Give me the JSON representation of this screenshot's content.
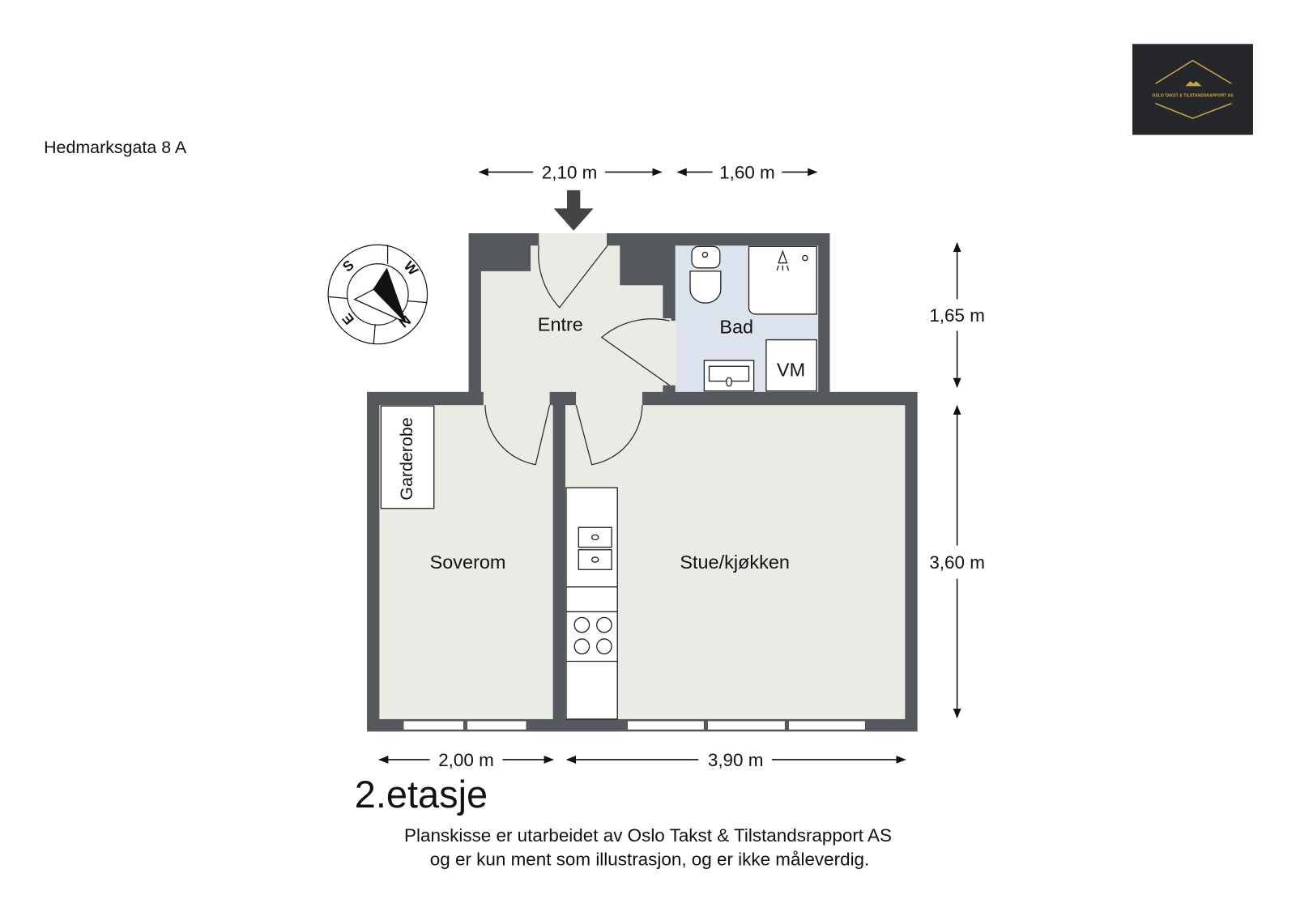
{
  "address": "Hedmarksgata 8 A",
  "logo": {
    "text": "OSLO TAKST & TILSTANDSRAPPORT AS",
    "background": "#25272b",
    "accent": "#c9a54a"
  },
  "compass": {
    "letters": [
      "S",
      "W",
      "E",
      "N"
    ]
  },
  "colors": {
    "wall": "#55585d",
    "floor": "#ebebe5",
    "bath_floor": "#dce3ec"
  },
  "rooms": {
    "entre": "Entre",
    "bad": "Bad",
    "vm": "VM",
    "garderobe": "Garderobe",
    "soverom": "Soverom",
    "stue": "Stue/kjøkken"
  },
  "dimensions": {
    "top_left": "2,10 m",
    "top_right": "1,60 m",
    "right_top": "1,65 m",
    "right_bottom": "3,60 m",
    "bottom_left": "2,00 m",
    "bottom_right": "3,90 m"
  },
  "floor_label": "2.etasje",
  "disclaimer": [
    "Planskisse er utarbeidet av Oslo Takst & Tilstandsrapport AS",
    "og er kun ment som illustrasjon, og er ikke måleverdig."
  ]
}
